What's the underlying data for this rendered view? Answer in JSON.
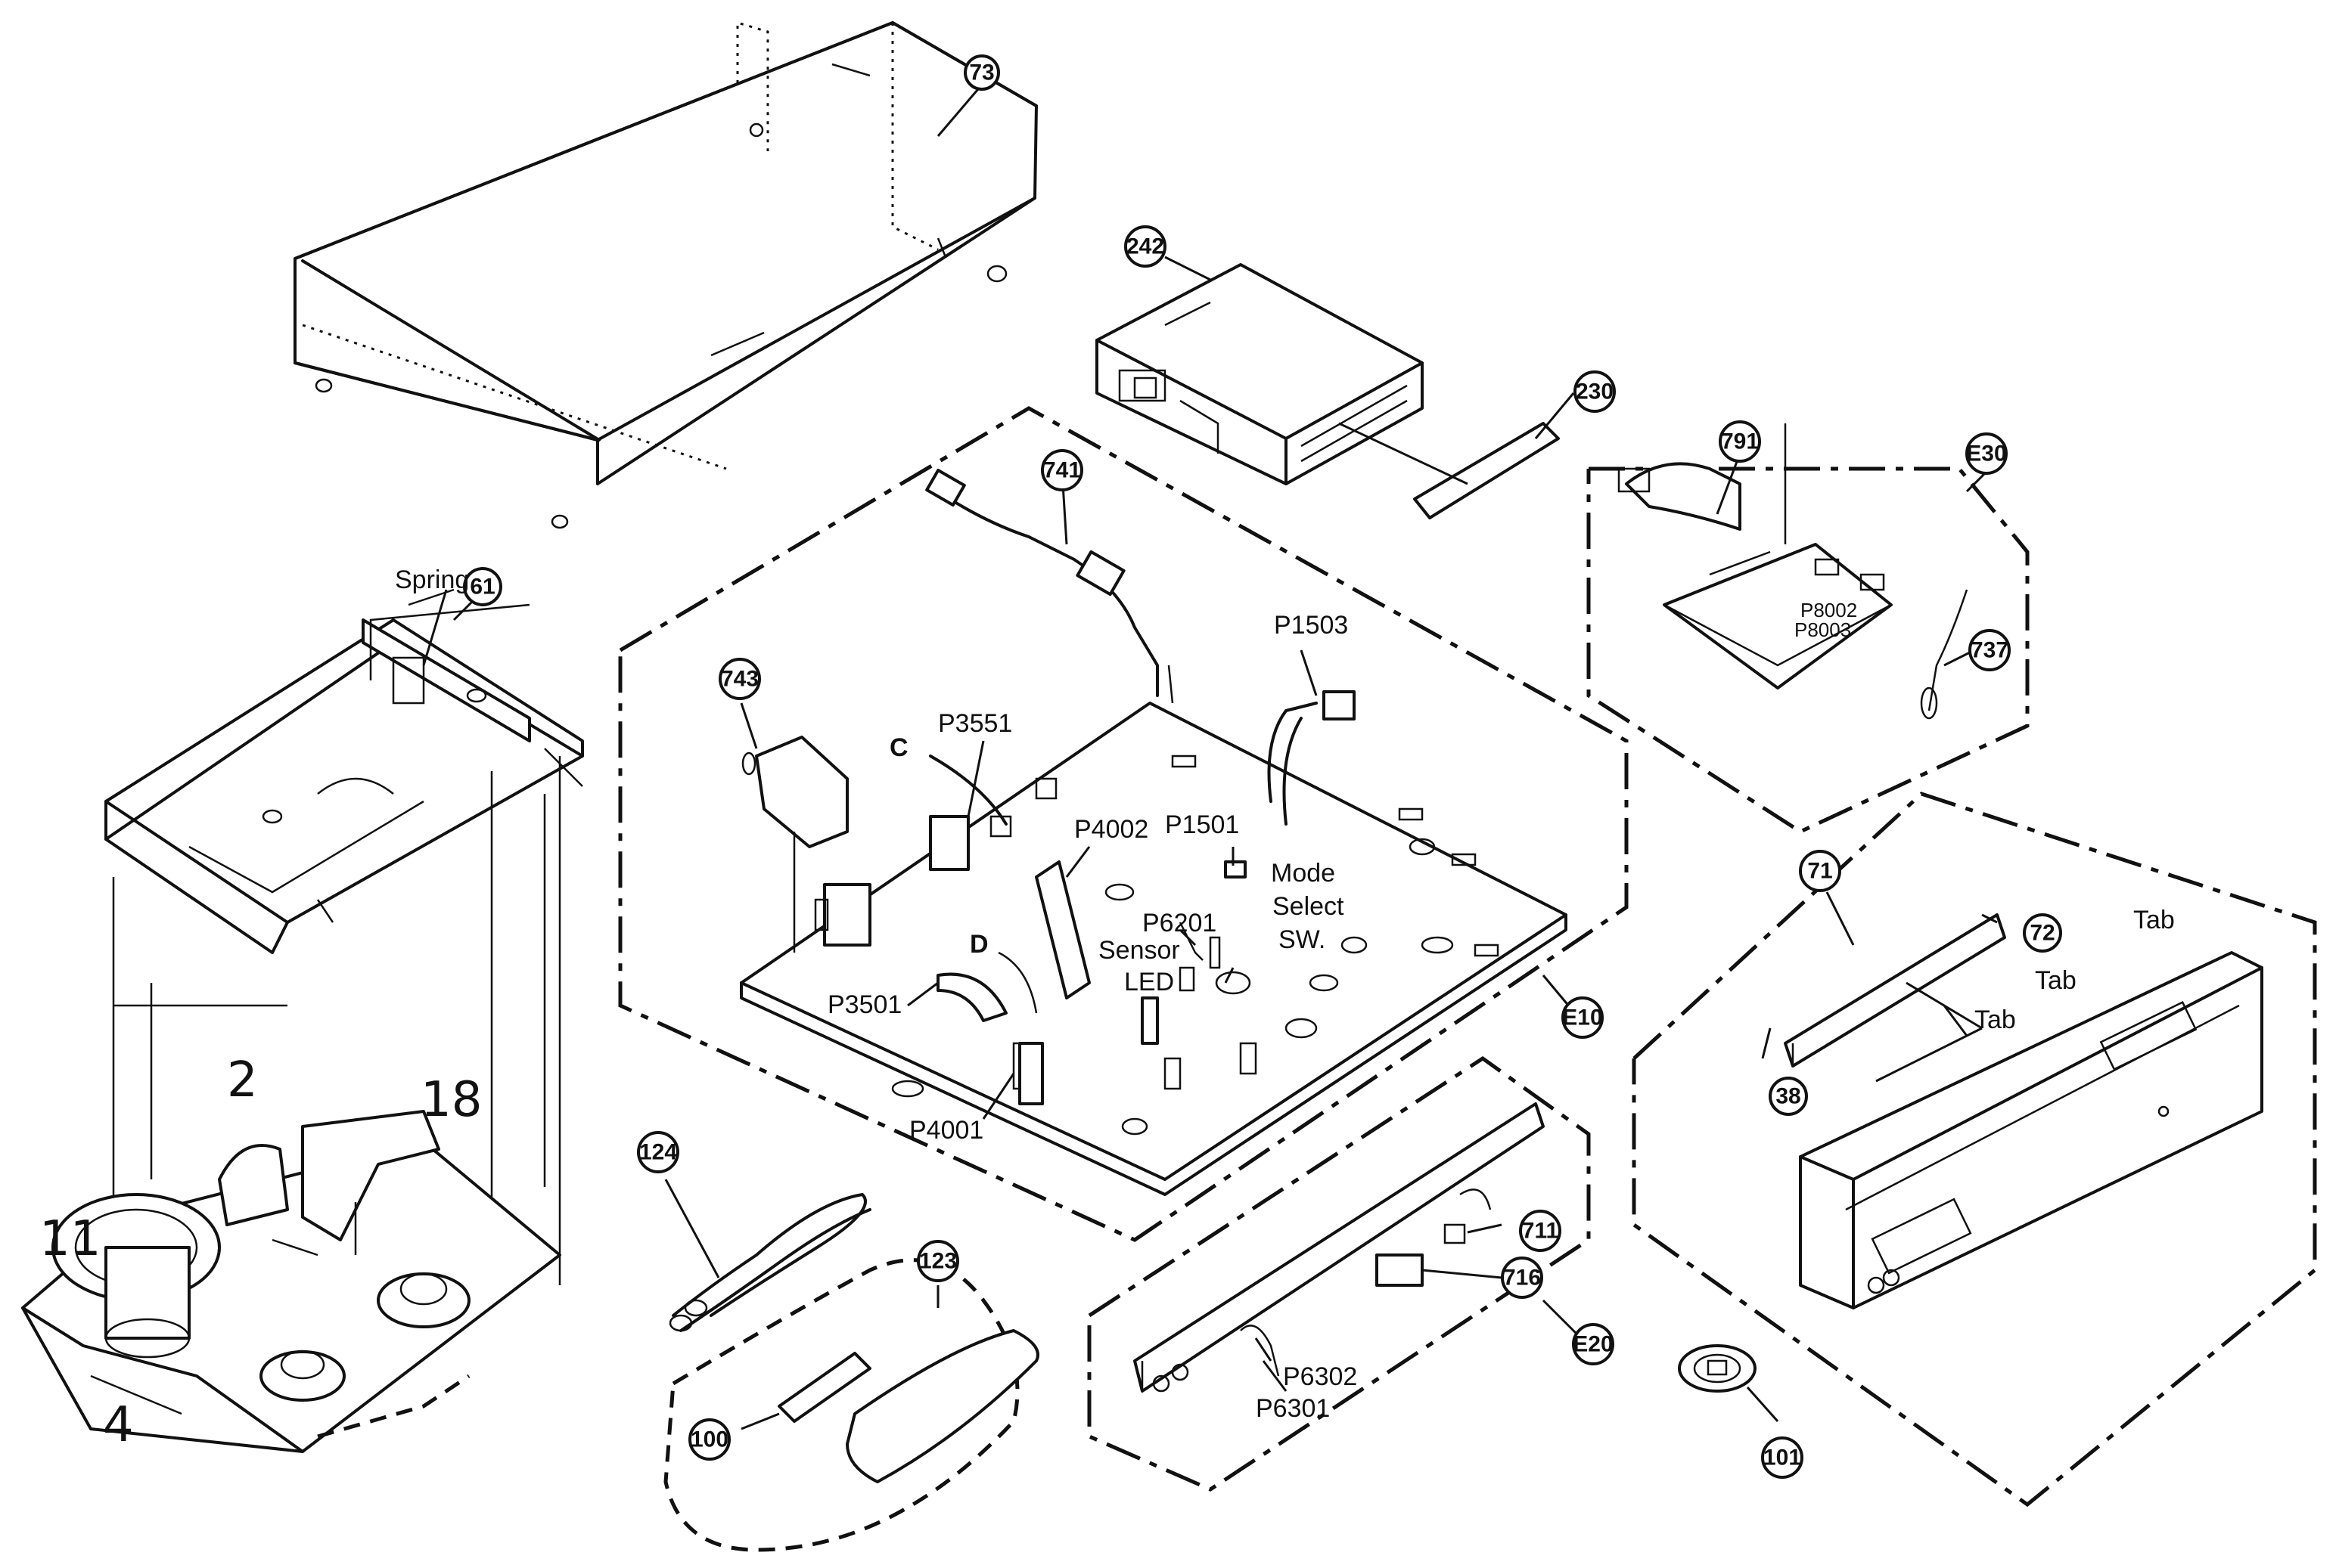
{
  "callouts": [
    {
      "id": "c73",
      "text": "73"
    },
    {
      "id": "c242",
      "text": "242"
    },
    {
      "id": "c230",
      "text": "230"
    },
    {
      "id": "c741",
      "text": "741"
    },
    {
      "id": "c791",
      "text": "791"
    },
    {
      "id": "cE30",
      "text": "E30"
    },
    {
      "id": "c737",
      "text": "737"
    },
    {
      "id": "c61",
      "text": "61"
    },
    {
      "id": "c743",
      "text": "743"
    },
    {
      "id": "cE10",
      "text": "E10"
    },
    {
      "id": "c71",
      "text": "71"
    },
    {
      "id": "c72",
      "text": "72"
    },
    {
      "id": "c38",
      "text": "38"
    },
    {
      "id": "c124",
      "text": "124"
    },
    {
      "id": "c123",
      "text": "123"
    },
    {
      "id": "c711",
      "text": "711"
    },
    {
      "id": "c716",
      "text": "716"
    },
    {
      "id": "cE20",
      "text": "E20"
    },
    {
      "id": "c100",
      "text": "100"
    },
    {
      "id": "c101",
      "text": "101"
    }
  ],
  "labels": {
    "spring": "Spring",
    "p8002": "P8002",
    "p8003": "P8003",
    "p1503": "P1503",
    "p3551": "P3551",
    "c": "C",
    "p4002": "P4002",
    "p1501": "P1501",
    "mode": "Mode",
    "select": "Select",
    "sw": "SW.",
    "p6201": "P6201",
    "d": "D",
    "sensor": "Sensor",
    "led": "LED",
    "p3501": "P3501",
    "p4001": "P4001",
    "tab1": "Tab",
    "tab2": "Tab",
    "tab3": "Tab",
    "p6302": "P6302",
    "p6301": "P6301"
  },
  "handwritten": {
    "n2": "2",
    "n18": "18",
    "n11": "11",
    "n4": "4"
  }
}
